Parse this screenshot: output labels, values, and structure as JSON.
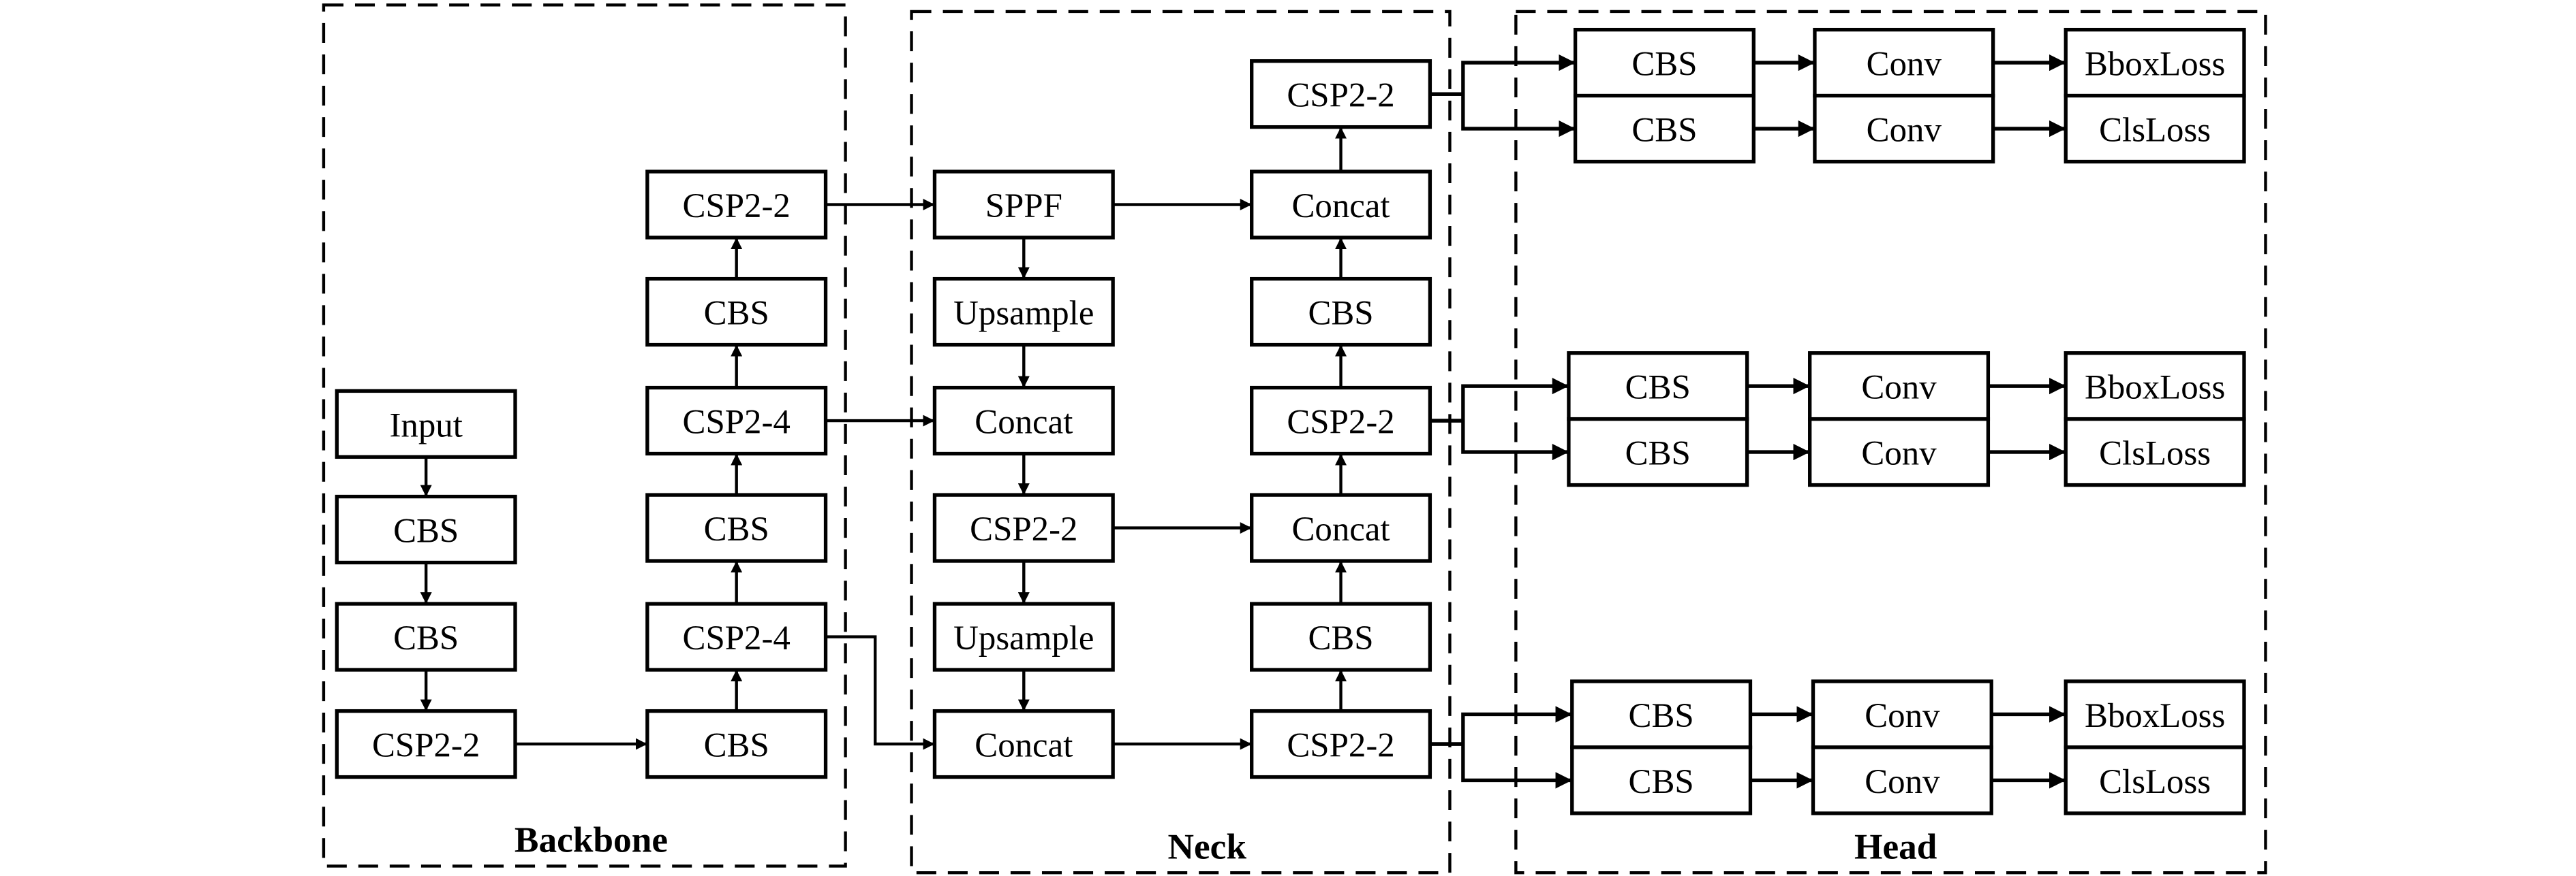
{
  "diagram": {
    "title": "",
    "sections": [
      {
        "id": "backbone",
        "label": "Backbone"
      },
      {
        "id": "neck",
        "label": "Neck"
      },
      {
        "id": "head",
        "label": "Head"
      }
    ],
    "nodes": [
      {
        "id": "b_input",
        "section": "backbone",
        "label": "Input"
      },
      {
        "id": "b_cbs1",
        "section": "backbone",
        "label": "CBS"
      },
      {
        "id": "b_cbs2",
        "section": "backbone",
        "label": "CBS"
      },
      {
        "id": "b_csp22_1",
        "section": "backbone",
        "label": "CSP2-2"
      },
      {
        "id": "b_cbs3",
        "section": "backbone",
        "label": "CBS"
      },
      {
        "id": "b_csp24_1",
        "section": "backbone",
        "label": "CSP2-4"
      },
      {
        "id": "b_cbs4",
        "section": "backbone",
        "label": "CBS"
      },
      {
        "id": "b_csp24_2",
        "section": "backbone",
        "label": "CSP2-4"
      },
      {
        "id": "b_cbs5",
        "section": "backbone",
        "label": "CBS"
      },
      {
        "id": "b_csp22_2",
        "section": "backbone",
        "label": "CSP2-2"
      },
      {
        "id": "n_sppf",
        "section": "neck",
        "label": "SPPF"
      },
      {
        "id": "n_up1",
        "section": "neck",
        "label": "Upsample"
      },
      {
        "id": "n_concat1",
        "section": "neck",
        "label": "Concat"
      },
      {
        "id": "n_csp22_1",
        "section": "neck",
        "label": "CSP2-2"
      },
      {
        "id": "n_up2",
        "section": "neck",
        "label": "Upsample"
      },
      {
        "id": "n_concat2",
        "section": "neck",
        "label": "Concat"
      },
      {
        "id": "n_csp22_2",
        "section": "neck",
        "label": "CSP2-2"
      },
      {
        "id": "n_cbs1",
        "section": "neck",
        "label": "CBS"
      },
      {
        "id": "n_concat3",
        "section": "neck",
        "label": "Concat"
      },
      {
        "id": "n_csp22_3",
        "section": "neck",
        "label": "CSP2-2"
      },
      {
        "id": "n_cbs2",
        "section": "neck",
        "label": "CBS"
      },
      {
        "id": "n_concat4",
        "section": "neck",
        "label": "Concat"
      },
      {
        "id": "n_csp22_4",
        "section": "neck",
        "label": "CSP2-2"
      },
      {
        "id": "h1_cbs_a",
        "section": "head",
        "label": "CBS"
      },
      {
        "id": "h1_cbs_b",
        "section": "head",
        "label": "CBS"
      },
      {
        "id": "h1_conv_a",
        "section": "head",
        "label": "Conv"
      },
      {
        "id": "h1_conv_b",
        "section": "head",
        "label": "Conv"
      },
      {
        "id": "h1_bbox",
        "section": "head",
        "label": "BboxLoss"
      },
      {
        "id": "h1_cls",
        "section": "head",
        "label": "ClsLoss"
      },
      {
        "id": "h2_cbs_a",
        "section": "head",
        "label": "CBS"
      },
      {
        "id": "h2_cbs_b",
        "section": "head",
        "label": "CBS"
      },
      {
        "id": "h2_conv_a",
        "section": "head",
        "label": "Conv"
      },
      {
        "id": "h2_conv_b",
        "section": "head",
        "label": "Conv"
      },
      {
        "id": "h2_bbox",
        "section": "head",
        "label": "BboxLoss"
      },
      {
        "id": "h2_cls",
        "section": "head",
        "label": "ClsLoss"
      },
      {
        "id": "h3_cbs_a",
        "section": "head",
        "label": "CBS"
      },
      {
        "id": "h3_cbs_b",
        "section": "head",
        "label": "CBS"
      },
      {
        "id": "h3_conv_a",
        "section": "head",
        "label": "Conv"
      },
      {
        "id": "h3_conv_b",
        "section": "head",
        "label": "Conv"
      },
      {
        "id": "h3_bbox",
        "section": "head",
        "label": "BboxLoss"
      },
      {
        "id": "h3_cls",
        "section": "head",
        "label": "ClsLoss"
      }
    ],
    "edges": [
      {
        "from": "b_input",
        "to": "b_cbs1"
      },
      {
        "from": "b_cbs1",
        "to": "b_cbs2"
      },
      {
        "from": "b_cbs2",
        "to": "b_csp22_1"
      },
      {
        "from": "b_csp22_1",
        "to": "b_cbs3"
      },
      {
        "from": "b_cbs3",
        "to": "b_csp24_2"
      },
      {
        "from": "b_csp24_2",
        "to": "b_cbs4"
      },
      {
        "from": "b_cbs4",
        "to": "b_csp24_1"
      },
      {
        "from": "b_csp24_1",
        "to": "b_cbs5"
      },
      {
        "from": "b_cbs5",
        "to": "b_csp22_2"
      },
      {
        "from": "b_csp22_2",
        "to": "n_sppf"
      },
      {
        "from": "b_csp24_1",
        "to": "n_concat1"
      },
      {
        "from": "b_csp24_2",
        "to": "n_concat2"
      },
      {
        "from": "n_sppf",
        "to": "n_up1"
      },
      {
        "from": "n_up1",
        "to": "n_concat1"
      },
      {
        "from": "n_concat1",
        "to": "n_csp22_1"
      },
      {
        "from": "n_csp22_1",
        "to": "n_up2"
      },
      {
        "from": "n_up2",
        "to": "n_concat2"
      },
      {
        "from": "n_concat2",
        "to": "n_csp22_2"
      },
      {
        "from": "n_csp22_2",
        "to": "n_cbs1"
      },
      {
        "from": "n_cbs1",
        "to": "n_concat3"
      },
      {
        "from": "n_csp22_1",
        "to": "n_concat3"
      },
      {
        "from": "n_concat3",
        "to": "n_csp22_3"
      },
      {
        "from": "n_csp22_3",
        "to": "n_cbs2"
      },
      {
        "from": "n_cbs2",
        "to": "n_concat4"
      },
      {
        "from": "n_sppf",
        "to": "n_concat4"
      },
      {
        "from": "n_concat4",
        "to": "n_csp22_4"
      },
      {
        "from": "n_csp22_4",
        "to": "h1_cbs_a"
      },
      {
        "from": "n_csp22_4",
        "to": "h1_cbs_b"
      },
      {
        "from": "h1_cbs_a",
        "to": "h1_conv_a"
      },
      {
        "from": "h1_cbs_b",
        "to": "h1_conv_b"
      },
      {
        "from": "h1_conv_a",
        "to": "h1_bbox"
      },
      {
        "from": "h1_conv_b",
        "to": "h1_cls"
      },
      {
        "from": "n_csp22_3",
        "to": "h2_cbs_a"
      },
      {
        "from": "n_csp22_3",
        "to": "h2_cbs_b"
      },
      {
        "from": "h2_cbs_a",
        "to": "h2_conv_a"
      },
      {
        "from": "h2_cbs_b",
        "to": "h2_conv_b"
      },
      {
        "from": "h2_conv_a",
        "to": "h2_bbox"
      },
      {
        "from": "h2_conv_b",
        "to": "h2_cls"
      },
      {
        "from": "n_csp22_2",
        "to": "h3_cbs_a"
      },
      {
        "from": "n_csp22_2",
        "to": "h3_cbs_b"
      },
      {
        "from": "h3_cbs_a",
        "to": "h3_conv_a"
      },
      {
        "from": "h3_cbs_b",
        "to": "h3_conv_b"
      },
      {
        "from": "h3_conv_a",
        "to": "h3_bbox"
      },
      {
        "from": "h3_conv_b",
        "to": "h3_cls"
      }
    ]
  }
}
